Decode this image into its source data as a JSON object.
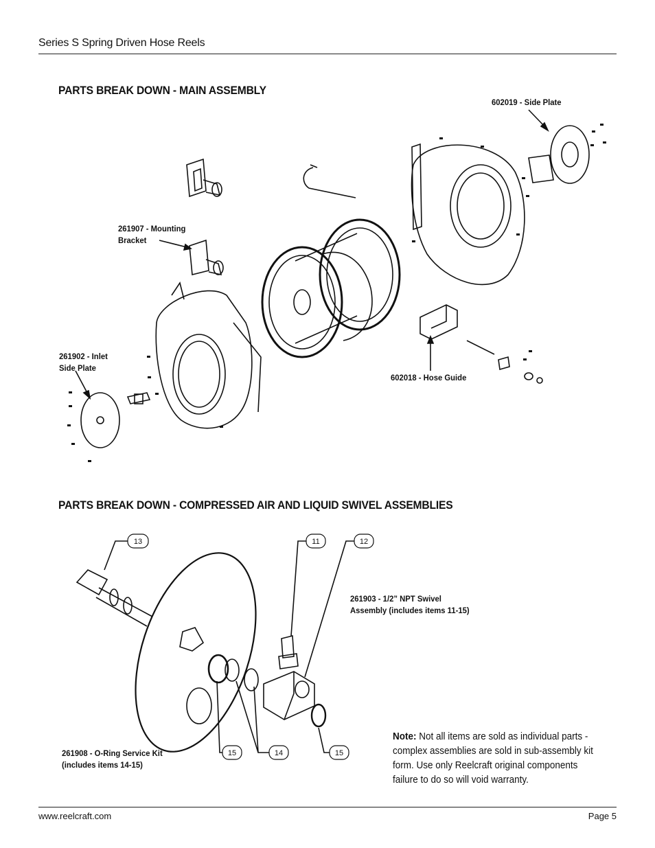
{
  "header": {
    "title": "Series S Spring Driven Hose Reels"
  },
  "sections": {
    "main": "PARTS BREAK DOWN - MAIN ASSEMBLY",
    "swivel": "PARTS BREAK DOWN - COMPRESSED AIR AND LIQUID SWIVEL ASSEMBLIES"
  },
  "labels": {
    "side_plate": "602019 - Side Plate",
    "mounting_bracket_1": "261907 - Mounting",
    "mounting_bracket_2": "Bracket",
    "inlet_side_plate_1": "261902 - Inlet",
    "inlet_side_plate_2": "Side Plate",
    "hose_guide": "602018 - Hose Guide",
    "swivel_1": "261903 - 1/2” NPT Swivel",
    "swivel_2": "Assembly (includes items 11-15)",
    "oring_1": "261908 - O-Ring Service Kit",
    "oring_2": "(includes items 14-15)"
  },
  "callouts": {
    "c13": "13",
    "c11": "11",
    "c12": "12",
    "c15a": "15",
    "c14": "14",
    "c15b": "15"
  },
  "note": {
    "label": "Note:",
    "text": " Not all items are sold as individual parts - complex assemblies are sold in sub-assembly kit form. Use only Reelcraft original components failure to do so will void warranty."
  },
  "footer": {
    "url": "www.reelcraft.com",
    "page": "Page 5"
  }
}
